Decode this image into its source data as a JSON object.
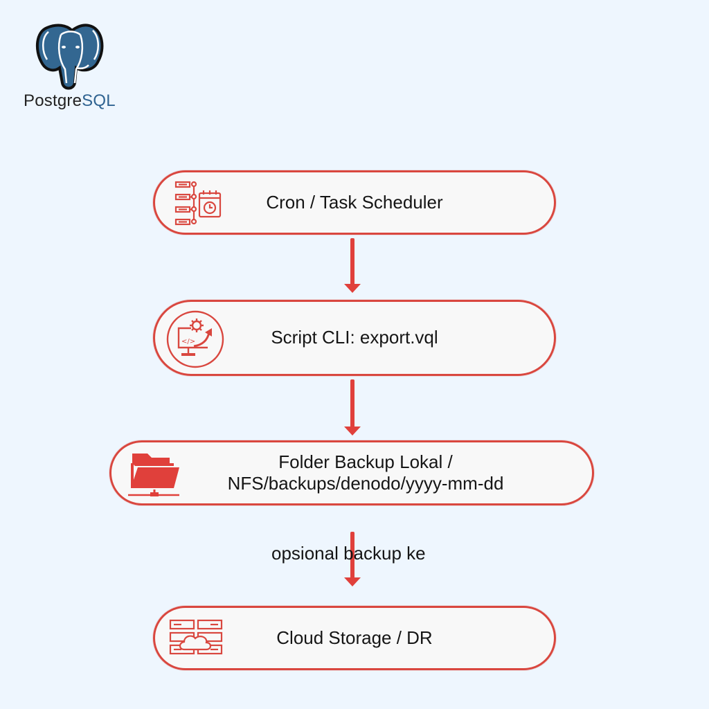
{
  "logo": {
    "icon": "postgresql-elephant-icon",
    "text_main": "Postgre",
    "text_accent": "SQL",
    "accent_color": "#336791"
  },
  "colors": {
    "background": "#EEF6FE",
    "node_fill": "#F8F8F8",
    "node_border": "#D9473F",
    "arrow": "#E0403B"
  },
  "nodes": [
    {
      "id": "n1",
      "label": "Cron / Task Scheduler",
      "icon": "schedule-calendar-icon"
    },
    {
      "id": "n2",
      "label": "Script CLI: export.vql",
      "icon": "script-automation-icon"
    },
    {
      "id": "n3",
      "label_line1": "Folder Backup Lokal /",
      "label_line2": "NFS/backups/denodo/yyyy-mm-dd",
      "icon": "network-folder-icon"
    },
    {
      "id": "n4",
      "label": "Cloud Storage / DR",
      "icon": "cloud-server-icon"
    }
  ],
  "edges": [
    {
      "from": "n1",
      "to": "n2",
      "label": ""
    },
    {
      "from": "n2",
      "to": "n3",
      "label": ""
    },
    {
      "from": "n3",
      "to": "n4",
      "label": "opsional backup ke"
    }
  ]
}
